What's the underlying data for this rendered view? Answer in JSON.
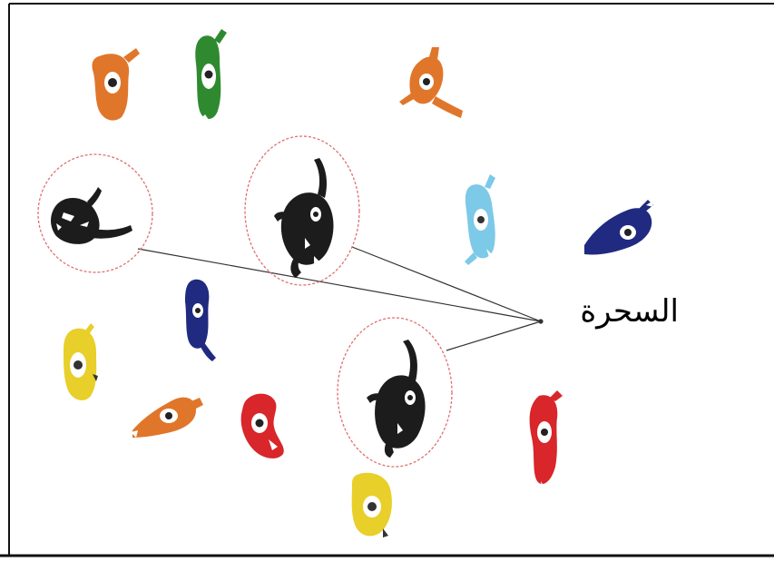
{
  "label": "السحرة",
  "colors": {
    "frame": "#111111",
    "circle": "#e07070",
    "line": "#333333",
    "black": "#1c1c1c",
    "orange": "#e0762a",
    "green": "#2f8a2f",
    "light_blue": "#7cc9e8",
    "navy": "#1f2a80",
    "yellow": "#e8cf2a",
    "red": "#d8262a",
    "white": "#ffffff"
  },
  "figures": [
    {
      "id": "orange-top-left",
      "color": "orange",
      "circled": false
    },
    {
      "id": "green-top",
      "color": "green",
      "circled": false
    },
    {
      "id": "orange-top-right",
      "color": "orange",
      "circled": false
    },
    {
      "id": "black-left",
      "color": "black",
      "circled": true
    },
    {
      "id": "black-center",
      "color": "black",
      "circled": true
    },
    {
      "id": "lightblue-right",
      "color": "light_blue",
      "circled": false
    },
    {
      "id": "navy-right",
      "color": "navy",
      "circled": false
    },
    {
      "id": "navy-center",
      "color": "navy",
      "circled": false
    },
    {
      "id": "yellow-left",
      "color": "yellow",
      "circled": false
    },
    {
      "id": "orange-bottom-left",
      "color": "orange",
      "circled": false
    },
    {
      "id": "red-bottom",
      "color": "red",
      "circled": false
    },
    {
      "id": "black-bottom",
      "color": "black",
      "circled": true
    },
    {
      "id": "yellow-bottom",
      "color": "yellow",
      "circled": false
    },
    {
      "id": "red-right",
      "color": "red",
      "circled": false
    }
  ]
}
